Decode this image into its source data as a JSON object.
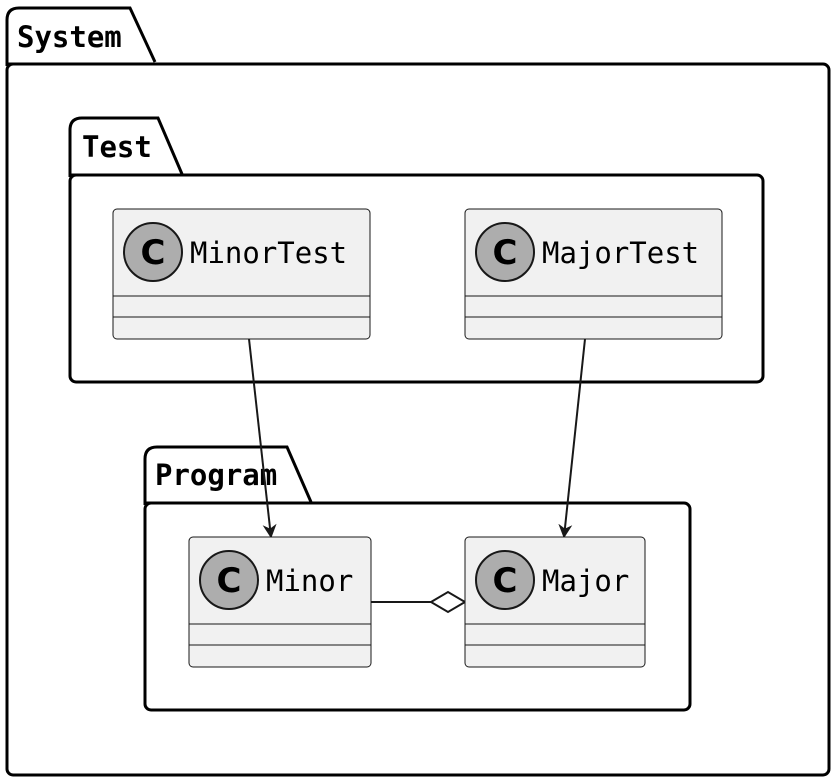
{
  "packages": {
    "system": {
      "name": "System"
    },
    "test": {
      "name": "Test"
    },
    "program": {
      "name": "Program"
    }
  },
  "classes": {
    "minor_test": {
      "name": "MinorTest",
      "stereotype": "C"
    },
    "major_test": {
      "name": "MajorTest",
      "stereotype": "C"
    },
    "minor": {
      "name": "Minor",
      "stereotype": "C"
    },
    "major": {
      "name": "Major",
      "stereotype": "C"
    }
  },
  "relations": [
    {
      "from": "MinorTest",
      "to": "Minor",
      "type": "dependency"
    },
    {
      "from": "MajorTest",
      "to": "Major",
      "type": "dependency"
    },
    {
      "from": "Minor",
      "to": "Major",
      "type": "aggregation"
    }
  ],
  "colors": {
    "class_fill": "#f1f1f1",
    "class_border": "#181818",
    "circle_fill": "#adadad",
    "line": "#181818",
    "package_border": "#000000"
  }
}
